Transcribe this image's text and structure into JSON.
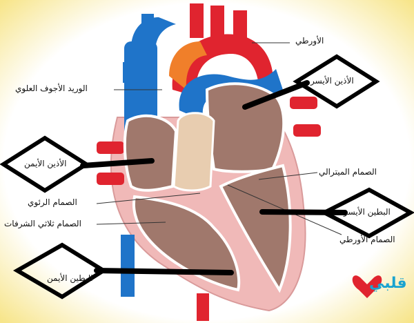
{
  "labels": {
    "aorta": "الأورطي",
    "left_atrium": "الأذين الأيسر",
    "superior_vena_cava": "الوريد الأجوف العلوي",
    "right_atrium": "الأذين الأيمن",
    "mitral_valve": "الصمام الميترالي",
    "pulmonary_valve": "الصمام الرئوي",
    "tricuspid_valve": "الصمام ثلاثي الشرفات",
    "left_ventricle": "البطين الأيسر",
    "aortic_valve": "الصمام الأورطي",
    "right_ventricle": "البطين الأيمن"
  },
  "logo": {
    "text": "قلبي"
  },
  "colors": {
    "background_border": "#f7e58a",
    "vessel_blue": "#1f74c9",
    "vessel_red": "#e0242f",
    "chamber_brown": "#a0786c",
    "muscle_pink": "#f0b9b8",
    "pulmonary_tan": "#e8cdb0"
  }
}
